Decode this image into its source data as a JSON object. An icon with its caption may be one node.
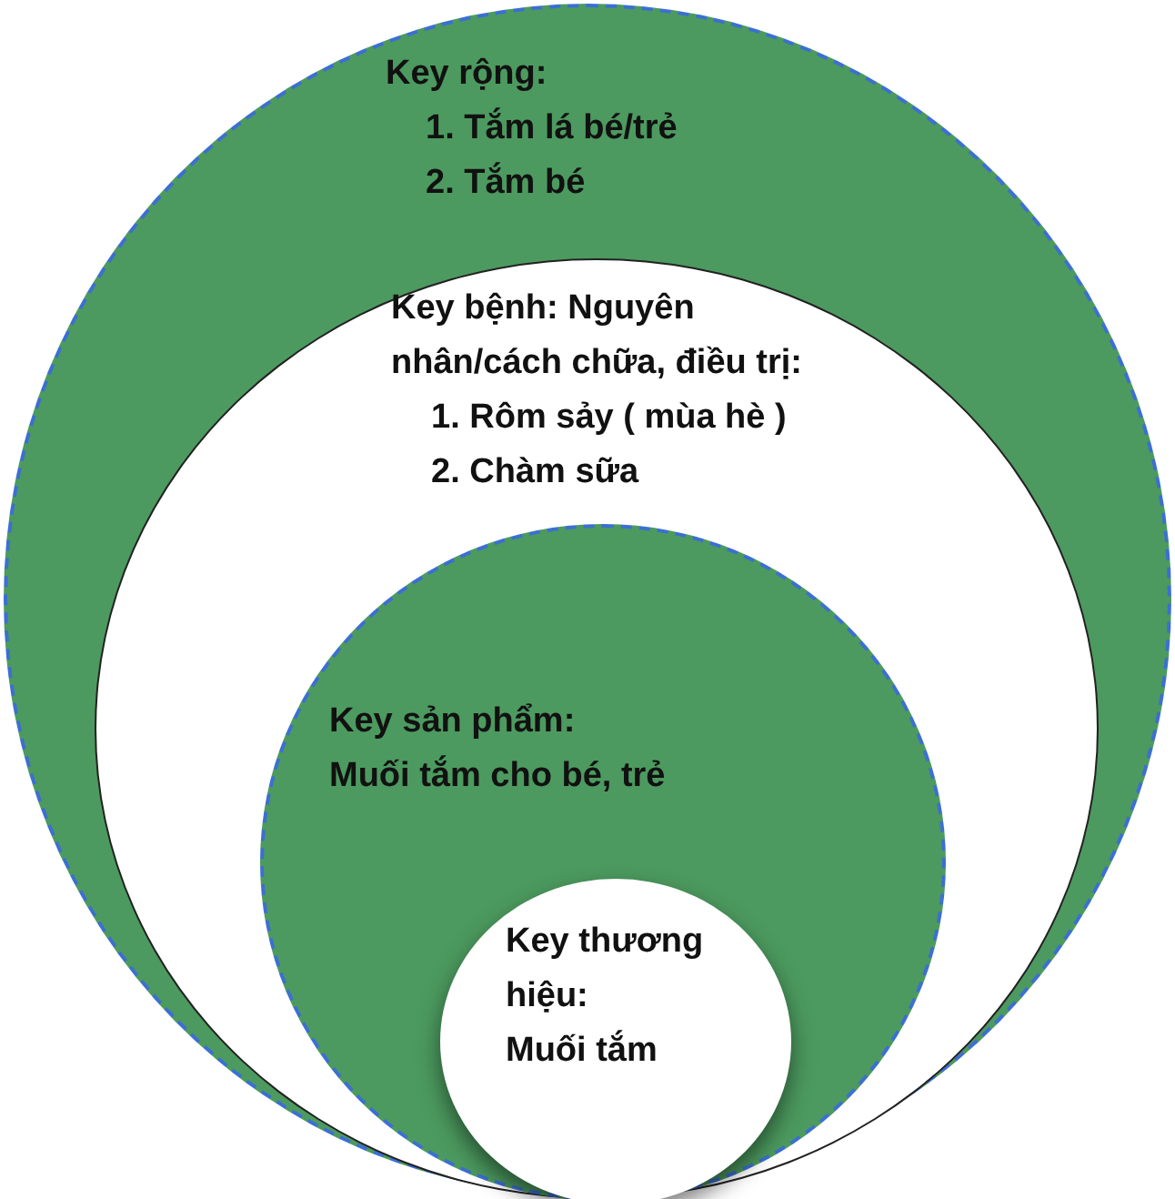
{
  "diagram": {
    "nodes": [
      {
        "text": [
          "Key rộng:",
          "1. Tắm lá bé/trẻ",
          "2. Tắm bé"
        ]
      },
      {
        "text": [
          "Key bệnh: Nguyên nhân/cách chữa, điều trị:",
          "1. Rôm sảy ( mùa hè )",
          "2. Chàm sữa"
        ],
        "in": 0
      },
      {
        "text": [
          "Key sản phẩm:",
          "Muối tắm cho bé, trẻ"
        ],
        "in": 1
      },
      {
        "text": [
          "Key thương hiệu:",
          "Muối tắm"
        ],
        "in": 2
      }
    ]
  }
}
